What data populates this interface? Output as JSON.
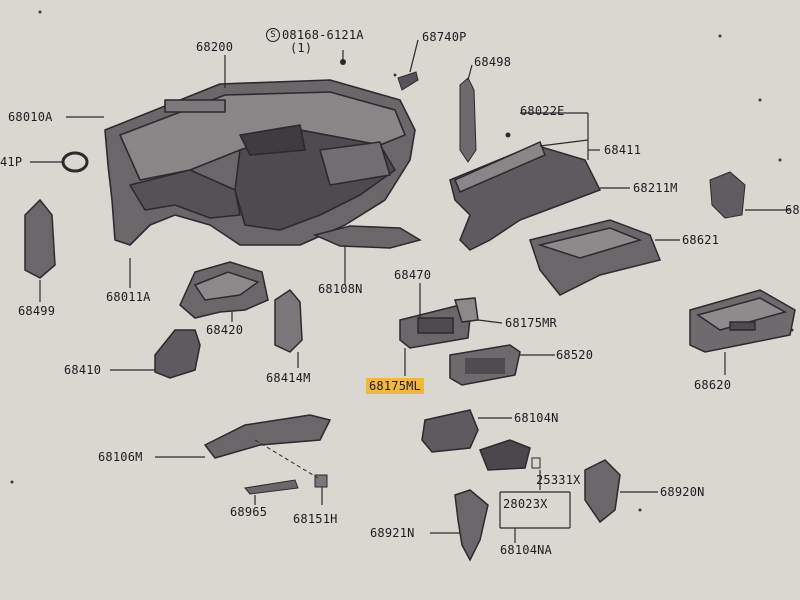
{
  "diagram": {
    "part_labels": {
      "p68200": "68200",
      "p08168": "08168-6121A",
      "p08168_qty": "(1)",
      "p68740P": "68740P",
      "p68498": "68498",
      "p68010A": "68010A",
      "p68022E": "68022E",
      "p68411": "68411",
      "p41P": "41P",
      "p68211M": "68211M",
      "p68_right": "68",
      "p68499": "68499",
      "p68011A": "68011A",
      "p68108N": "68108N",
      "p68621": "68621",
      "p68470": "68470",
      "p68420": "68420",
      "p68175MR": "68175MR",
      "p68520": "68520",
      "p68410": "68410",
      "p68414M": "68414M",
      "p68175ML": "68175ML",
      "p68620": "68620",
      "p68104N": "68104N",
      "p68106M": "68106M",
      "p25331X": "25331X",
      "p68920N": "68920N",
      "p28023X": "28023X",
      "p68965": "68965",
      "p68151H": "68151H",
      "p68921N": "68921N",
      "p68104NA": "68104NA"
    },
    "screw_symbol": "S",
    "highlighted_label": "68175ML",
    "colors": {
      "paper": "#d9d7cf",
      "ink": "#2b2a2f",
      "part_fill": "#5b585c",
      "highlight": "#f2b83c"
    }
  }
}
